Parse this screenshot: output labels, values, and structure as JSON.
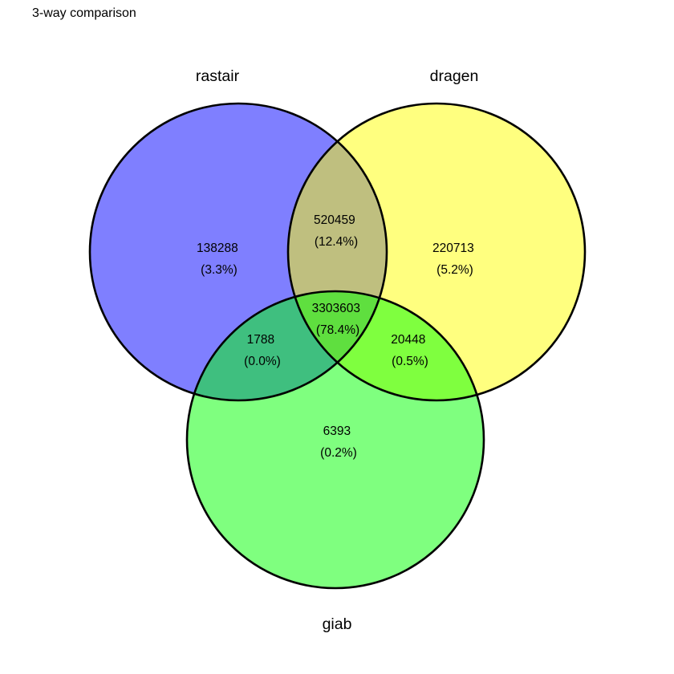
{
  "title": "3-way comparison",
  "colors": {
    "rastair_fill": "#0000FF",
    "dragen_fill": "#FFFF00",
    "giab_fill": "#00FF00",
    "outline": "#000000",
    "text": "#000000",
    "background": "#FFFFFF"
  },
  "sets": {
    "a": {
      "label": "rastair"
    },
    "b": {
      "label": "dragen"
    },
    "c": {
      "label": "giab"
    }
  },
  "regions": {
    "a_only": {
      "count": "138288",
      "percent": "(3.3%)"
    },
    "b_only": {
      "count": "220713",
      "percent": "(5.2%)"
    },
    "c_only": {
      "count": "6393",
      "percent": "(0.2%)"
    },
    "ab": {
      "count": "520459",
      "percent": "(12.4%)"
    },
    "ac": {
      "count": "1788",
      "percent": "(0.0%)"
    },
    "bc": {
      "count": "20448",
      "percent": "(0.5%)"
    },
    "abc": {
      "count": "3303603",
      "percent": "(78.4%)"
    }
  },
  "chart_data": {
    "type": "venn",
    "title": "3-way comparison",
    "sets": [
      "rastair",
      "dragen",
      "giab"
    ],
    "set_colors": [
      "#0000FF",
      "#FFFF00",
      "#00FF00"
    ],
    "fill_alpha": 0.5,
    "regions": [
      {
        "sets": [
          "rastair"
        ],
        "count": 138288,
        "percent": 3.3
      },
      {
        "sets": [
          "dragen"
        ],
        "count": 220713,
        "percent": 5.2
      },
      {
        "sets": [
          "giab"
        ],
        "count": 6393,
        "percent": 0.2
      },
      {
        "sets": [
          "rastair",
          "dragen"
        ],
        "count": 520459,
        "percent": 12.4
      },
      {
        "sets": [
          "rastair",
          "giab"
        ],
        "count": 1788,
        "percent": 0.0
      },
      {
        "sets": [
          "dragen",
          "giab"
        ],
        "count": 20448,
        "percent": 0.5
      },
      {
        "sets": [
          "rastair",
          "dragen",
          "giab"
        ],
        "count": 3303603,
        "percent": 78.4
      }
    ]
  }
}
